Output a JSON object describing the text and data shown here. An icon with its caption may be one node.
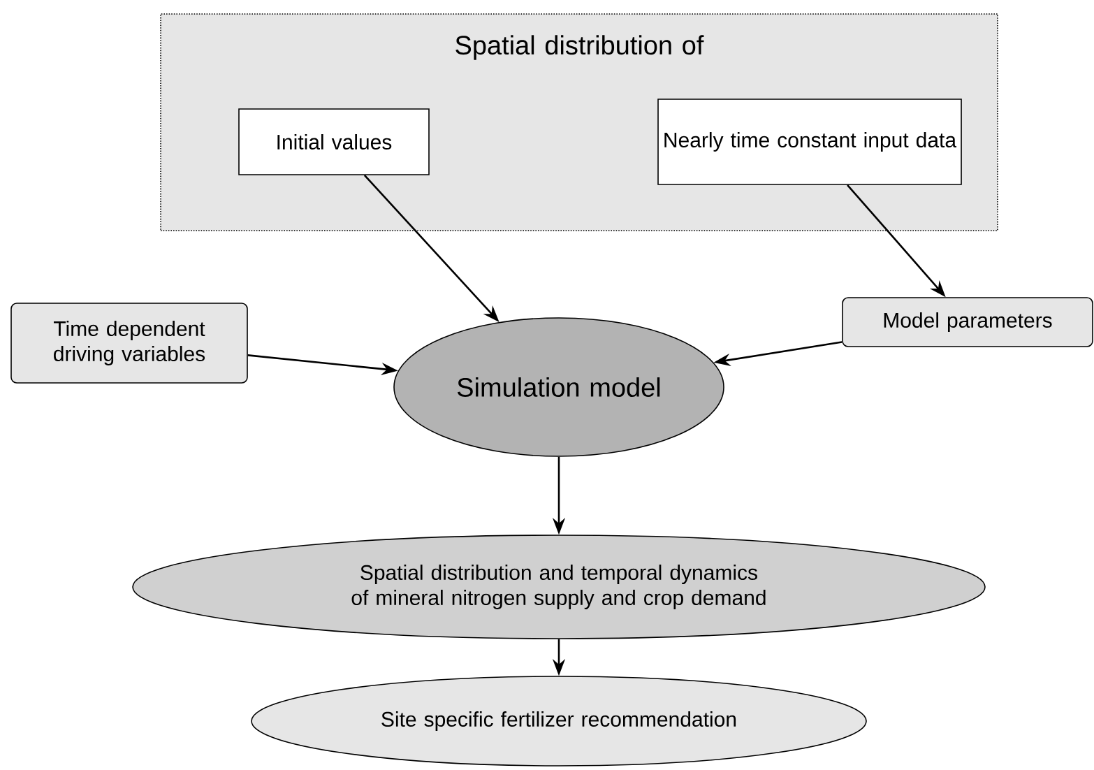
{
  "diagram": {
    "nodes": [
      {
        "text": [
          "Spatial distribution of"
        ]
      },
      {
        "text": [
          "Initial values"
        ],
        "in": 0
      },
      {
        "text": [
          "Nearly time constant input data"
        ],
        "in": 0
      },
      {
        "text": [
          "Time dependent driving variables"
        ]
      },
      {
        "text": [
          "Model parameters"
        ]
      },
      {
        "text": [
          "Simulation model"
        ]
      },
      {
        "text": [
          "Spatial distribution and temporal dynamics of mineral nitrogen supply and crop demand"
        ]
      },
      {
        "text": [
          "Site specific fertilizer recommendation"
        ]
      }
    ],
    "edges": [
      {
        "from": 1,
        "to": 5,
        "arrow": "to"
      },
      {
        "from": 2,
        "to": 4,
        "arrow": "to"
      },
      {
        "from": 3,
        "to": 5,
        "arrow": "to"
      },
      {
        "from": 4,
        "to": 5,
        "arrow": "to"
      },
      {
        "from": 5,
        "to": 6,
        "arrow": "to"
      },
      {
        "from": 6,
        "to": 7,
        "arrow": "to"
      }
    ]
  }
}
